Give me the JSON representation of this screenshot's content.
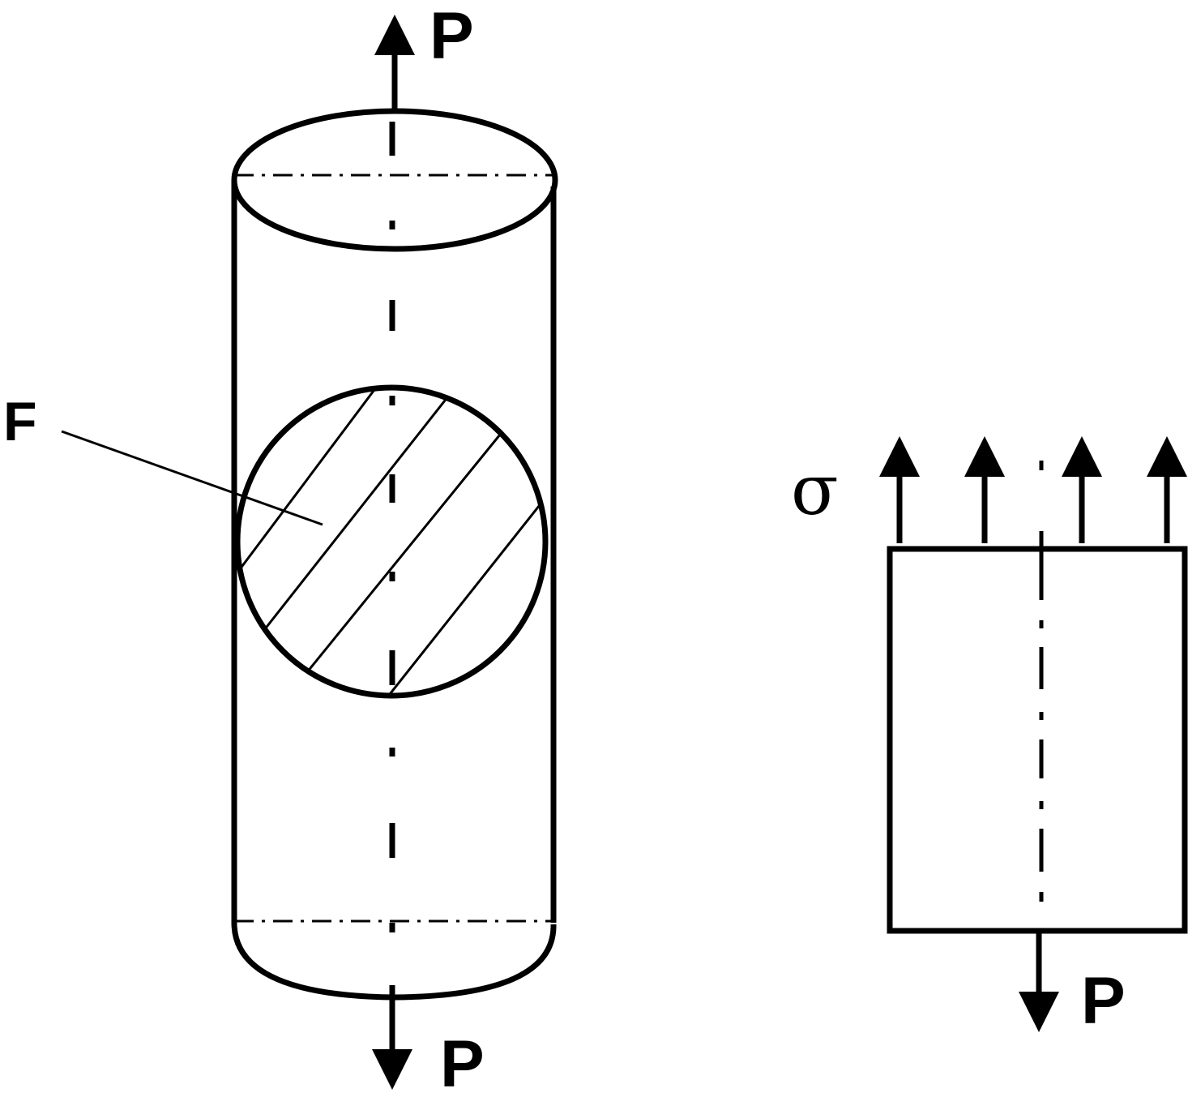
{
  "labels": {
    "force_top": "P",
    "force_bottom": "P",
    "section_area": "F",
    "stress": "σ",
    "force_element": "P"
  },
  "colors": {
    "stroke": "#000000",
    "background": "#ffffff"
  }
}
